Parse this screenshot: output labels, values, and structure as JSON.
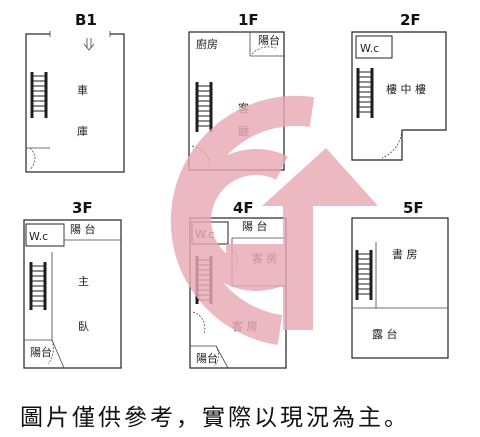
{
  "logo": {
    "name": "circular-arrow-watermark-icon",
    "color": "#e8a9b4"
  },
  "floors": [
    {
      "id": "b1",
      "title": "B1",
      "rooms": [
        "車",
        "庫"
      ]
    },
    {
      "id": "f1",
      "title": "1F",
      "rooms": [
        "廚房",
        "陽台",
        "客",
        "廳"
      ]
    },
    {
      "id": "f2",
      "title": "2F",
      "rooms": [
        "W.c",
        "樓 中 樓"
      ]
    },
    {
      "id": "f3",
      "title": "3F",
      "rooms": [
        "W.c",
        "陽 台",
        "主",
        "臥",
        "陽台"
      ]
    },
    {
      "id": "f4",
      "title": "4F",
      "rooms": [
        "W.c",
        "陽 台",
        "客 房",
        "客 房",
        "陽台"
      ]
    },
    {
      "id": "f5",
      "title": "5F",
      "rooms": [
        "書 房",
        "露 台"
      ]
    }
  ],
  "caption": "圖片僅供參考，實際以現況為主。"
}
